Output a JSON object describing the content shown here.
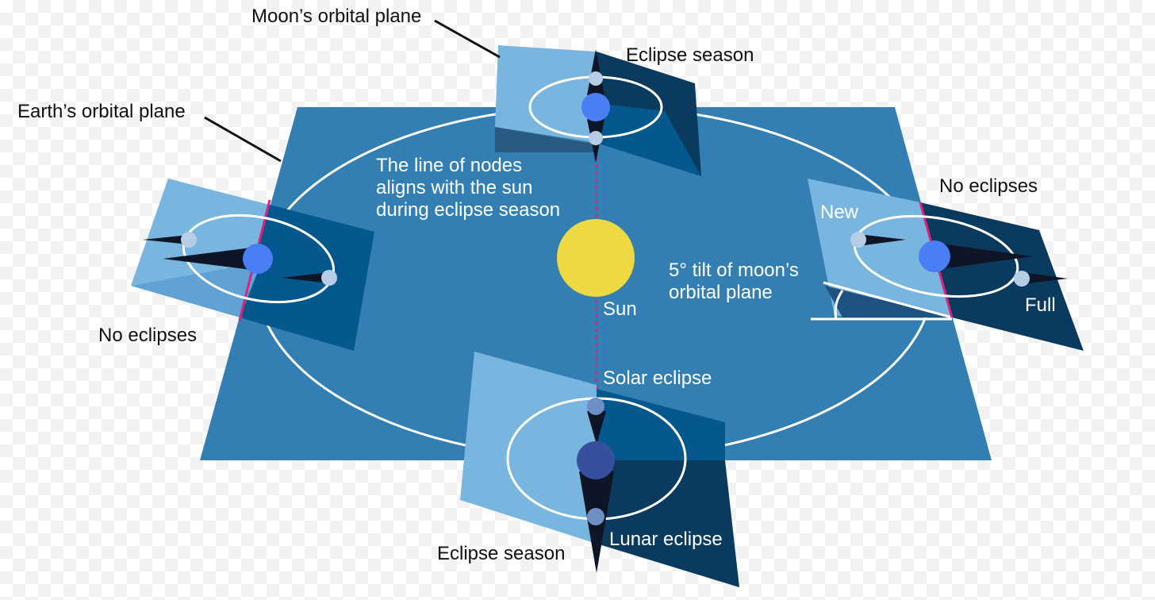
{
  "labels": {
    "moons_orbital_plane": "Moon’s orbital plane",
    "earths_orbital_plane": "Earth’s orbital plane",
    "eclipse_season_top": "Eclipse season",
    "eclipse_season_bottom": "Eclipse season",
    "no_eclipses_left": "No eclipses",
    "no_eclipses_right": "No eclipses",
    "line_of_nodes": [
      "The line of nodes",
      "aligns with the sun",
      "during eclipse season"
    ],
    "sun": "Sun",
    "tilt": [
      "5° tilt of moon’s",
      "orbital plane"
    ],
    "new": "New",
    "full": "Full",
    "solar_eclipse": "Solar eclipse",
    "lunar_eclipse": "Lunar eclipse"
  },
  "colors": {
    "earth_plane": "#337fb3",
    "moon_plane_light": "#78b6e0",
    "moon_plane_mid": "#04588e",
    "moon_plane_dark": "#0a3a5e",
    "sun": "#eed942",
    "earth": "#4a7ef5",
    "earth_shaded": "#36509e",
    "moon": "#b6cde6",
    "node_line": "#e0207b",
    "shadow_cone": "#0d1526",
    "orbit": "#ffffff"
  },
  "icons": [
    "sun-icon",
    "earth-icon",
    "moon-icon",
    "shadow-cone-icon"
  ]
}
